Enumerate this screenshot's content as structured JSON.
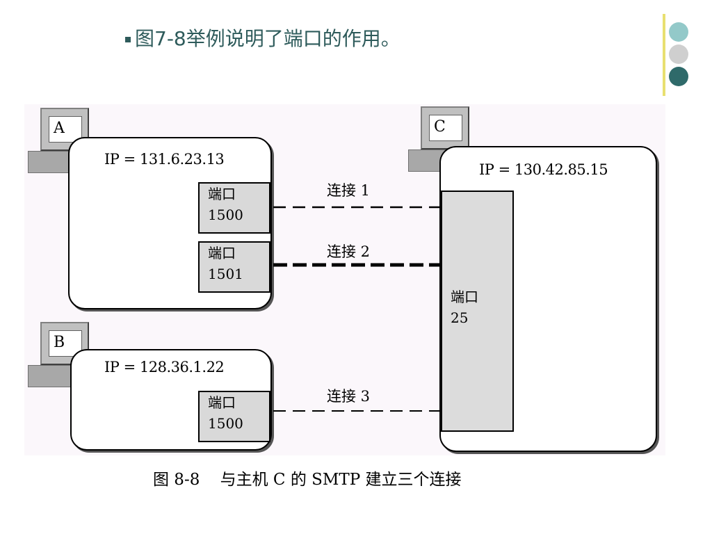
{
  "slide": {
    "title": "图7-8举例说明了端口的作用。"
  },
  "decor": {
    "dot_colors": [
      "#93c9c9",
      "#cfcfcf",
      "#2f6a6a"
    ],
    "accent_line": "#e8e070"
  },
  "hosts": {
    "a": {
      "label": "A",
      "ip": "IP = 131.6.23.13",
      "ports": [
        {
          "label": "端口",
          "number": "1500"
        },
        {
          "label": "端口",
          "number": "1501"
        }
      ]
    },
    "b": {
      "label": "B",
      "ip": "IP = 128.36.1.22",
      "ports": [
        {
          "label": "端口",
          "number": "1500"
        }
      ]
    },
    "c": {
      "label": "C",
      "ip": "IP = 130.42.85.15",
      "ports": [
        {
          "label": "端口",
          "number": "25"
        }
      ]
    }
  },
  "connections": [
    {
      "label": "连接 1",
      "style": "dashed"
    },
    {
      "label": "连接 2",
      "style": "bold-dashed"
    },
    {
      "label": "连接 3",
      "style": "dashed"
    }
  ],
  "caption": "图 8-8    与主机 C 的 SMTP 建立三个连接"
}
